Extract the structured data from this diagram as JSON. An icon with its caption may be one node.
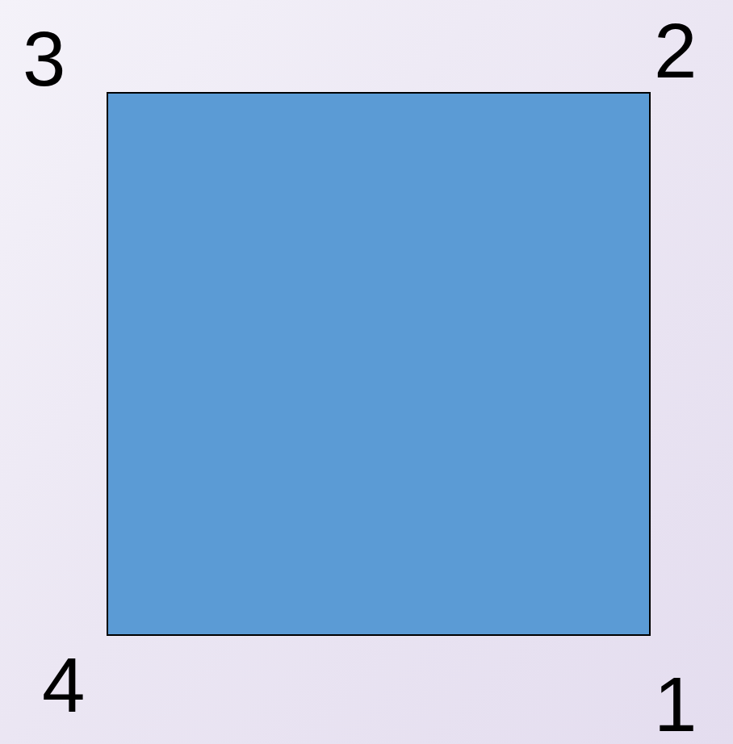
{
  "diagram": {
    "nodes": [
      {
        "text": [],
        "shape": "box"
      }
    ],
    "labels": [
      "3",
      "2",
      "4",
      "1"
    ]
  }
}
